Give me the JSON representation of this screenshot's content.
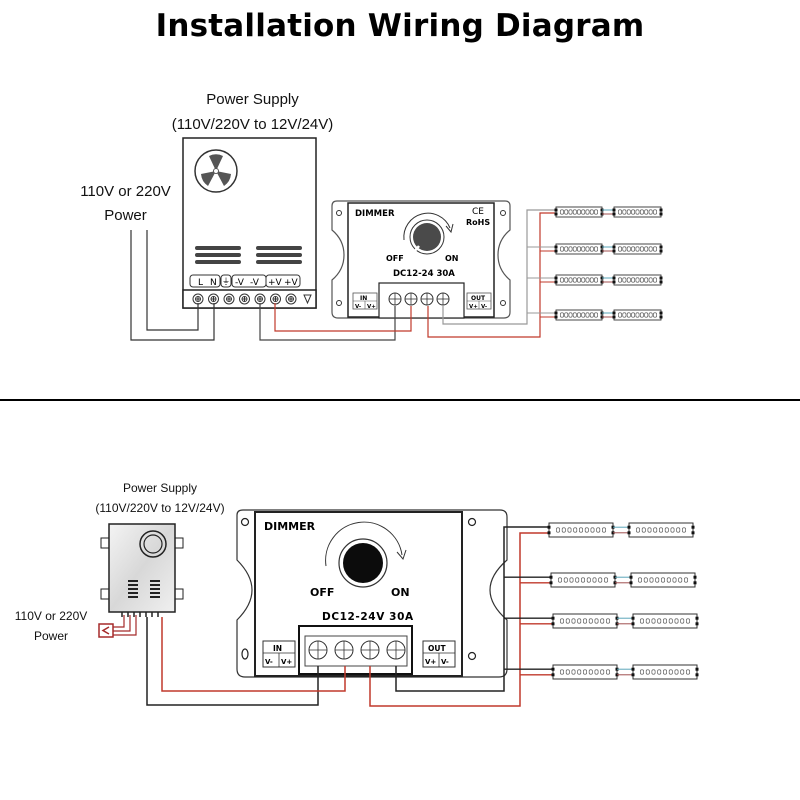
{
  "title": "Installation Wiring Diagram",
  "top_diagram": {
    "power_supply": {
      "label": "Power Supply",
      "spec": "(110V/220V to 12V/24V)",
      "terminal_labels": [
        "L",
        "N",
        "⏚",
        "-V",
        "-V",
        "+V",
        "+V"
      ]
    },
    "mains_input": {
      "label_line1": "110V or 220V",
      "label_line2": "Power"
    },
    "dimmer": {
      "brand": "DIMMER",
      "cert_ce": "CE",
      "cert_rohs": "RoHS",
      "off_label": "OFF",
      "on_label": "ON",
      "rating": "DC12-24 30A",
      "in_label": "IN",
      "in_terminals": [
        "V-",
        "V+"
      ],
      "out_label": "OUT",
      "out_terminals": [
        "V+",
        "V-"
      ]
    },
    "led_strip_rows": 4,
    "segments_per_row": 2
  },
  "bottom_diagram": {
    "power_supply": {
      "label": "Power Supply",
      "spec": "(110V/220V to 12V/24V)"
    },
    "mains_input": {
      "label_line1": "110V or 220V",
      "label_line2": "Power"
    },
    "dimmer": {
      "brand": "DIMMER",
      "off_label": "OFF",
      "on_label": "ON",
      "rating": "DC12-24V 30A",
      "in_label": "IN",
      "in_terminals": [
        "V-",
        "V+"
      ],
      "out_label": "OUT",
      "out_terminals": [
        "V+",
        "V-"
      ]
    },
    "led_strip_rows": 4,
    "segments_per_row": 2
  },
  "colors": {
    "positive_wire": "#c0392b",
    "negative_wire": "#222222",
    "connector_blue": "#5aa6b8",
    "knob": "#444444"
  }
}
